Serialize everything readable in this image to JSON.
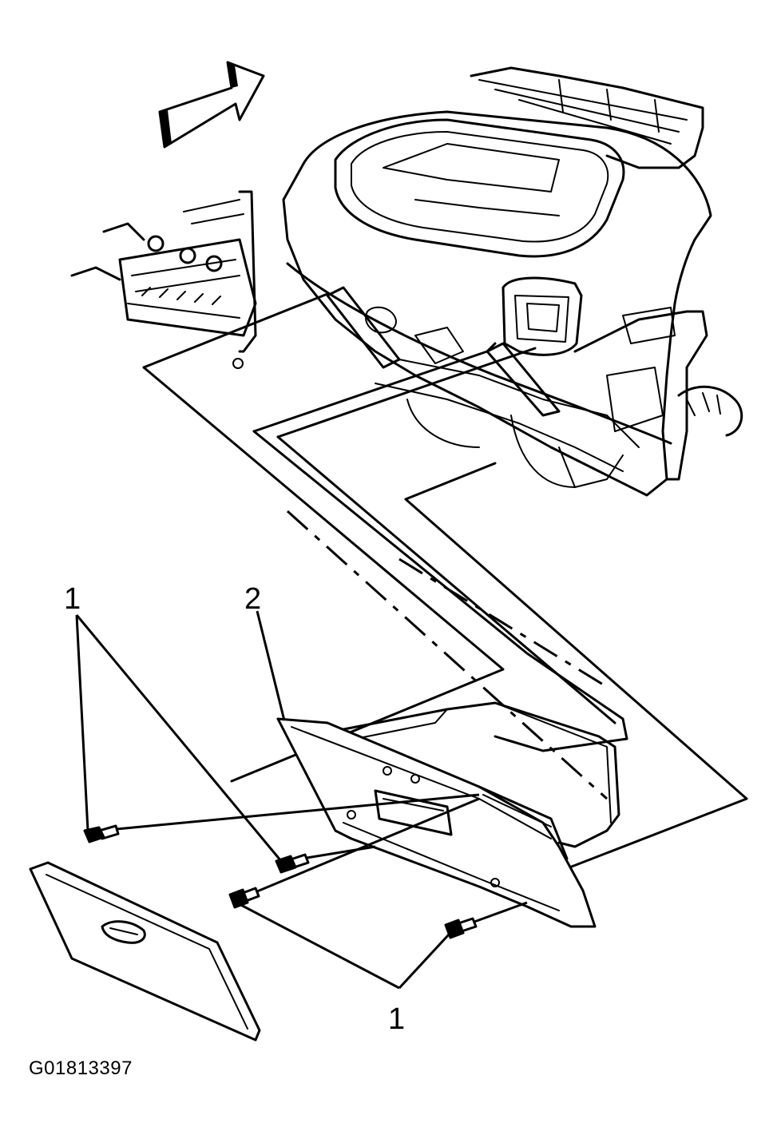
{
  "callouts": {
    "fastener_label_left": "1",
    "glove_box_label": "2",
    "fastener_label_bottom": "1"
  },
  "figure_id": "G01813397",
  "colors": {
    "ink": "#000000",
    "paper": "#ffffff"
  }
}
